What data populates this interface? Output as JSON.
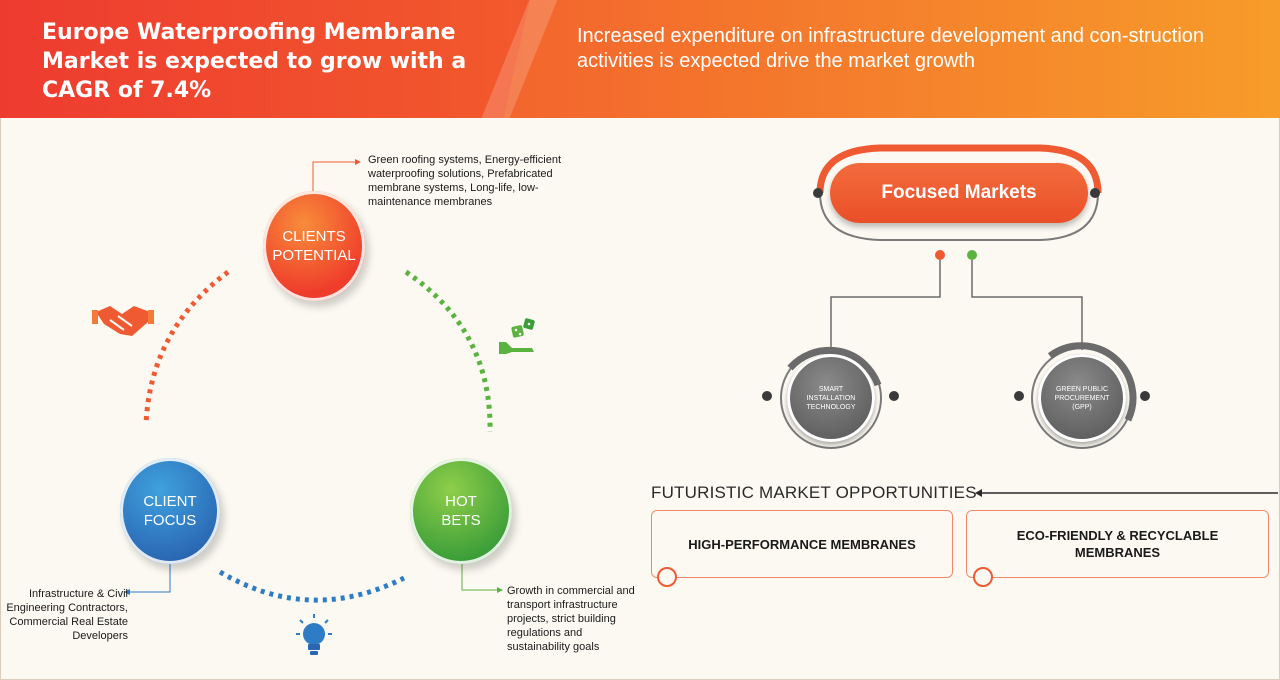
{
  "header": {
    "title": "Europe Waterproofing Membrane Market is expected to grow with a CAGR of 7.4%",
    "subtitle": "Increased expenditure on infrastructure development and con-struction activities is expected drive the market growth"
  },
  "cycle": {
    "clients_potential": {
      "line1": "CLIENTS",
      "line2": "POTENTIAL",
      "note": "Green roofing systems, Energy-efficient waterproofing solutions, Prefabricated membrane systems, Long-life, low-maintenance membranes"
    },
    "client_focus": {
      "line1": "CLIENT",
      "line2": "FOCUS",
      "note": "Infrastructure & Civil Engineering Contractors, Commercial Real Estate Developers"
    },
    "hot_bets": {
      "line1": "HOT",
      "line2": "BETS",
      "note": "Growth in commercial and transport infrastructure projects, strict building regulations and sustainability goals"
    }
  },
  "focused_markets": {
    "title": "Focused Markets",
    "items": [
      "SMART INSTALLATION TECHNOLOGY",
      "GREEN PUBLIC PROCUREMENT (GPP)"
    ]
  },
  "opportunities": {
    "title": "FUTURISTIC MARKET OPPORTUNITIES",
    "items": [
      "HIGH-PERFORMANCE MEMBRANES",
      "ECO-FRIENDLY & RECYCLABLE MEMBRANES"
    ]
  },
  "colors": {
    "orange": "#ef5a32",
    "blue": "#2f7cc6",
    "green": "#5bb33f",
    "gray": "#6b6b6b"
  },
  "icons": [
    "handshake-icon",
    "dice-hand-icon",
    "lightbulb-icon"
  ]
}
